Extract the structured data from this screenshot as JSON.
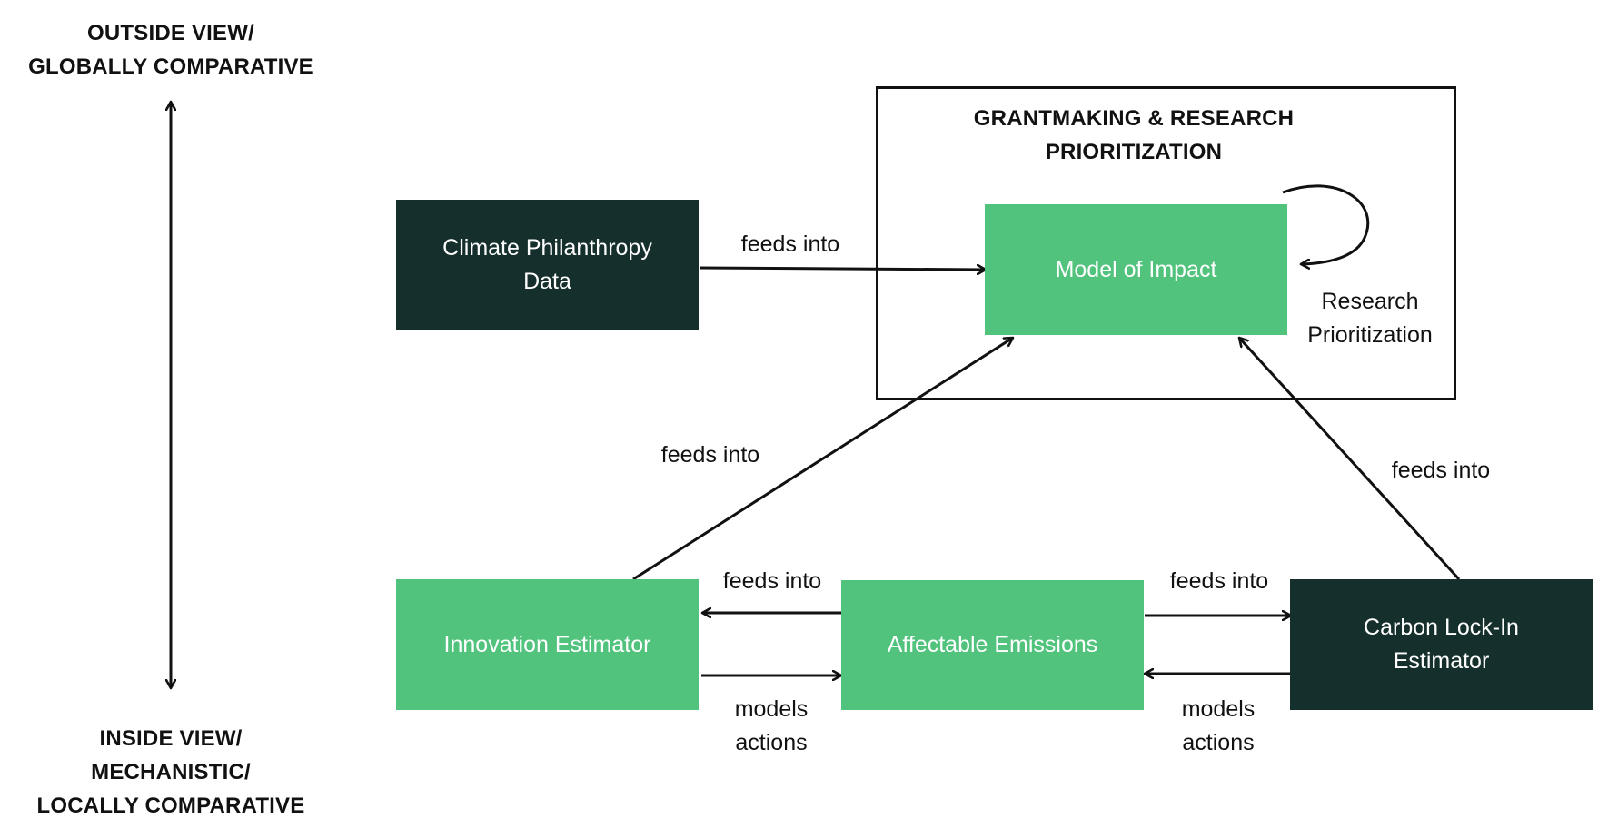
{
  "axis": {
    "top_label_line1": "OUTSIDE VIEW/",
    "top_label_line2": "GLOBALLY COMPARATIVE",
    "bottom_label_line1": "INSIDE VIEW/",
    "bottom_label_line2": "MECHANISTIC/",
    "bottom_label_line3": "LOCALLY COMPARATIVE"
  },
  "group": {
    "title_line1": "GRANTMAKING & RESEARCH",
    "title_line2": "PRIORITIZATION"
  },
  "nodes": {
    "climate_philanthropy_line1": "Climate Philanthropy",
    "climate_philanthropy_line2": "Data",
    "model_of_impact": "Model of Impact",
    "innovation_estimator": "Innovation Estimator",
    "affectable_emissions": "Affectable Emissions",
    "carbon_lockin_line1": "Carbon Lock-In",
    "carbon_lockin_line2": "Estimator"
  },
  "edges": {
    "climate_to_model": "feeds into",
    "self_loop_line1": "Research",
    "self_loop_line2": "Prioritization",
    "innovation_to_model": "feeds into",
    "carbon_to_model": "feeds into",
    "emissions_to_innovation": "feeds into",
    "emissions_to_carbon": "feeds into",
    "innovation_models_line1": "models",
    "innovation_models_line2": "actions",
    "carbon_models_line1": "models",
    "carbon_models_line2": "actions"
  },
  "colors": {
    "dark_node": "#15302c",
    "green_node": "#51c37c",
    "line": "#111111"
  }
}
